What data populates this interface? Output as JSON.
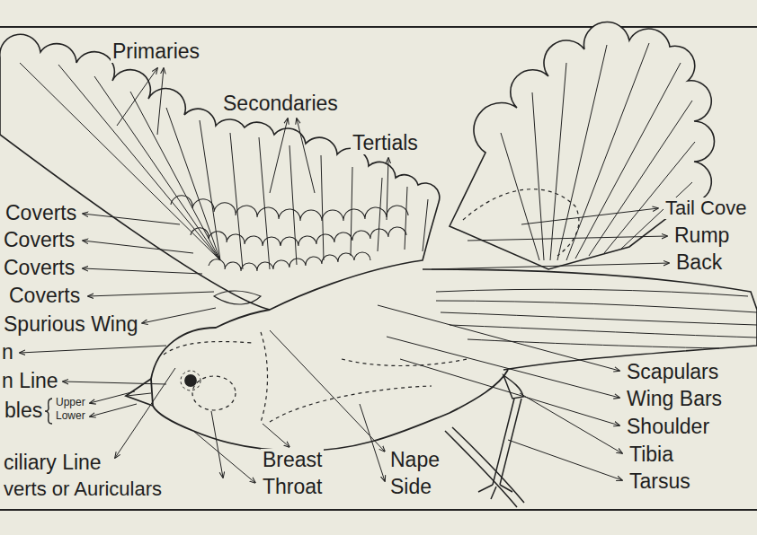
{
  "diagram": {
    "labels": [
      "Primaries",
      "Secondaries",
      "Tertials",
      "Coverts",
      "Coverts",
      "Coverts",
      "Coverts",
      "Spurious Wing",
      "n",
      "n Line",
      "bles",
      "Upper",
      "Lower",
      "ciliary Line",
      "verts or Auriculars",
      "Breast",
      "Throat",
      "Nape",
      "Side",
      "Tail Cove",
      "Rump",
      "Back",
      "Scapulars",
      "Wing Bars",
      "Shoulder",
      "Tibia",
      "Tarsus"
    ]
  }
}
